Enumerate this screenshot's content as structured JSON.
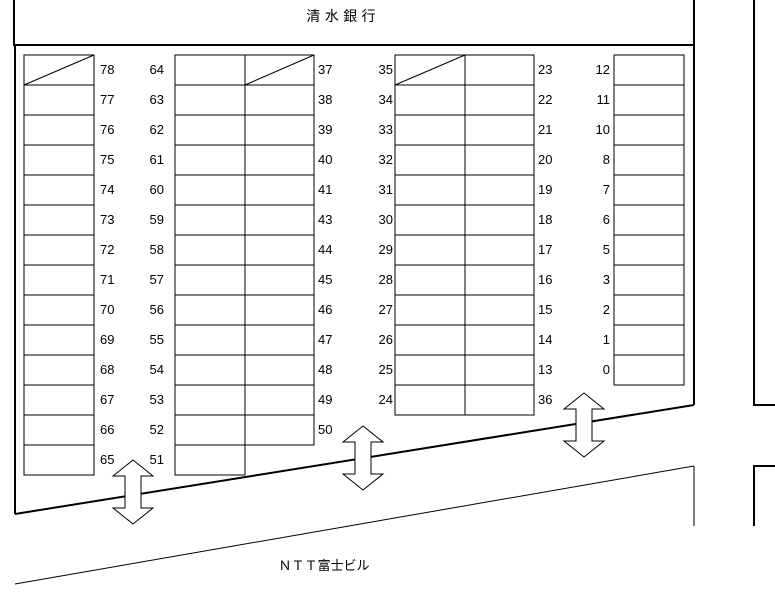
{
  "top_building": "清 水 銀 行",
  "bottom_building": "ＮＴＴ富士ビル",
  "colors": {
    "line": "#000000",
    "background": "#ffffff"
  },
  "icons": [
    "double-arrow-icon"
  ],
  "rows": {
    "col1": [
      "78",
      "77",
      "76",
      "75",
      "74",
      "73",
      "72",
      "71",
      "70",
      "69",
      "68",
      "67",
      "66",
      "65"
    ],
    "col2": [
      "64",
      "63",
      "62",
      "61",
      "60",
      "59",
      "58",
      "57",
      "56",
      "55",
      "54",
      "53",
      "52",
      "51"
    ],
    "col3": [
      "37",
      "38",
      "39",
      "40",
      "41",
      "43",
      "44",
      "45",
      "46",
      "47",
      "48",
      "49",
      "50"
    ],
    "col4": [
      "35",
      "34",
      "33",
      "32",
      "31",
      "30",
      "29",
      "28",
      "27",
      "26",
      "25",
      "24"
    ],
    "col5": [
      "23",
      "22",
      "21",
      "20",
      "19",
      "18",
      "17",
      "16",
      "15",
      "14",
      "13",
      "36"
    ],
    "col6": [
      "12",
      "11",
      "10",
      "8",
      "7",
      "6",
      "5",
      "3",
      "2",
      "1",
      "0"
    ]
  }
}
